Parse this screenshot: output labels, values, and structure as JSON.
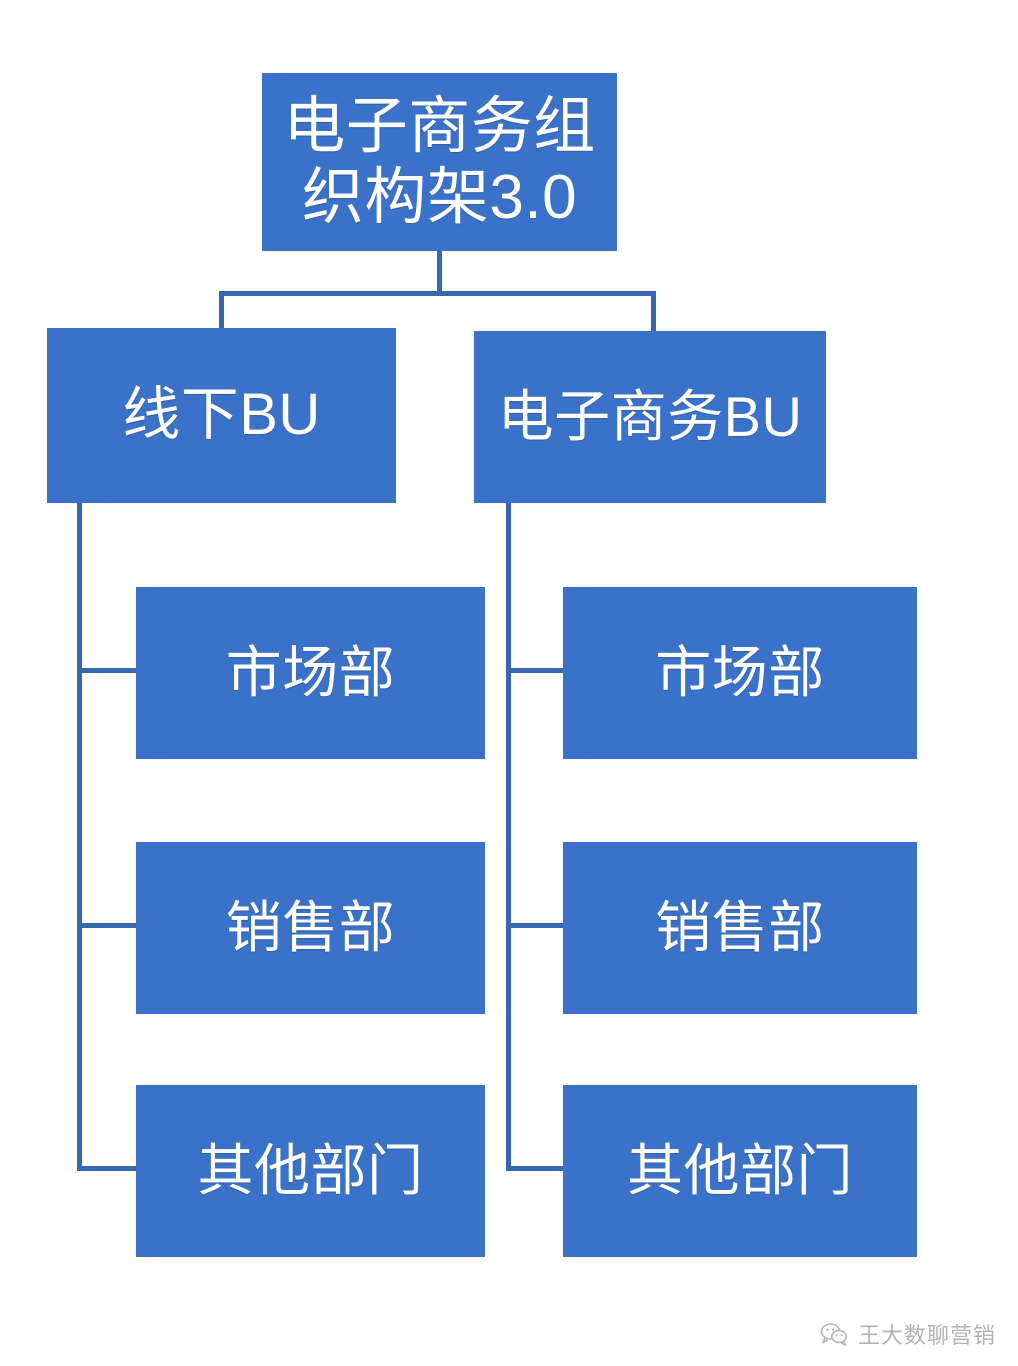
{
  "diagram": {
    "title": "电子商务组织构架3.0",
    "type": "org-chart",
    "accent_color": "#3B72C9",
    "line_color": "#3767AF",
    "background_color": "#FFFFFF",
    "text_color": "#FFFFFF"
  },
  "root": {
    "label": "电子商务组织构架3.0"
  },
  "branches": [
    {
      "id": "offline-bu",
      "label": "线下BU",
      "children": [
        {
          "id": "offline-marketing",
          "label": "市场部"
        },
        {
          "id": "offline-sales",
          "label": "销售部"
        },
        {
          "id": "offline-other",
          "label": "其他部门"
        }
      ]
    },
    {
      "id": "ecommerce-bu",
      "label": "电子商务BU",
      "children": [
        {
          "id": "ecom-marketing",
          "label": "市场部"
        },
        {
          "id": "ecom-sales",
          "label": "销售部"
        },
        {
          "id": "ecom-other",
          "label": "其他部门"
        }
      ]
    }
  ],
  "watermark": {
    "text": "王大数聊营销",
    "icon": "wechat-icon"
  }
}
